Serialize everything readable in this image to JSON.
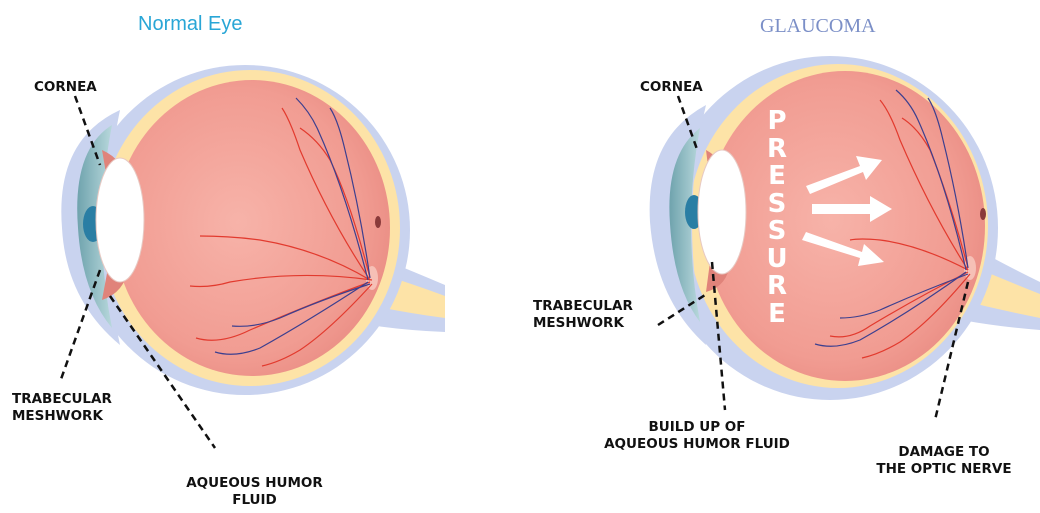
{
  "colors": {
    "title_normal": "#29a6d6",
    "title_glaucoma": "#7b8fc7",
    "sclera": "#fde3a7",
    "outer_layer": "#c9d3ef",
    "eye_interior": "#f4a69e",
    "cornea": "#8fbcc4",
    "iris": "#2a7ea4",
    "lens": "#ffffff",
    "artery": "#e23a2e",
    "vein": "#3c3f8f",
    "label_text": "#111111"
  },
  "normal_eye": {
    "title": "Normal Eye",
    "labels": {
      "cornea": "CORNEA",
      "trabecular_line1": "TRABECULAR",
      "trabecular_line2": "MESHWORK",
      "aqueous_line1": "AQUEOUS HUMOR",
      "aqueous_line2": "FLUID"
    }
  },
  "glaucoma_eye": {
    "title": "GLAUCOMA",
    "pressure_letters": [
      "P",
      "R",
      "E",
      "S",
      "S",
      "U",
      "R",
      "E"
    ],
    "labels": {
      "cornea": "CORNEA",
      "trabecular_line1": "TRABECULAR",
      "trabecular_line2": "MESHWORK",
      "buildup_line1": "BUILD UP OF",
      "buildup_line2": "AQUEOUS HUMOR FLUID",
      "damage_line1": "DAMAGE TO",
      "damage_line2": "THE OPTIC NERVE"
    }
  }
}
